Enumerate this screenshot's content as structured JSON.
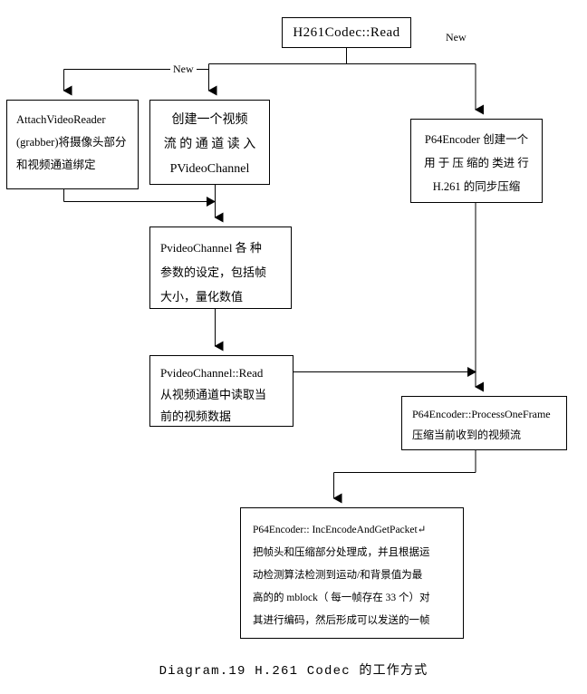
{
  "diagram": {
    "caption": "Diagram.19 H.261 Codec 的工作方式",
    "edge_labels": {
      "new_left": "New",
      "new_right": "New"
    },
    "nodes": {
      "root": {
        "id": "h261codec-read",
        "lines": [
          "H261Codec::Read"
        ]
      },
      "attach_video_reader": {
        "id": "attach-video-reader",
        "lines": [
          "AttachVideoReader",
          "(grabber)将摄像头部分",
          "和视频通道绑定"
        ]
      },
      "create_channel": {
        "id": "create-video-channel",
        "lines": [
          "创建一个视频",
          "流 的 通 道 读 入",
          "PVideoChannel"
        ]
      },
      "p64_encoder": {
        "id": "p64encoder-create",
        "lines": [
          "P64Encoder 创建一个",
          "用 于 压 缩的 类进 行",
          "H.261 的同步压缩"
        ]
      },
      "pvideochannel_params": {
        "id": "pvideochannel-params",
        "lines": [
          "PvideoChannel 各 种",
          "参数的设定，包括帧",
          "大小，量化数值"
        ]
      },
      "pvideochannel_read": {
        "id": "pvideochannel-read",
        "lines": [
          "PvideoChannel::Read",
          "从视频通道中读取当",
          "前的视频数据"
        ]
      },
      "process_one_frame": {
        "id": "p64encoder-processoneframe",
        "lines": [
          "P64Encoder::ProcessOneFrame",
          "压缩当前收到的视频流"
        ]
      },
      "inc_encode_and_get_packet": {
        "id": "p64encoder-incencodeandgetpacket",
        "lines": [
          "P64Encoder:: IncEncodeAndGetPacket↵",
          "把帧头和压缩部分处理成，并且根据运",
          "动检测算法检测到运动/和背景值为最",
          "高的的 mblock（ 每一帧存在 33 个）对",
          "其进行编码，然后形成可以发送的一帧"
        ]
      }
    },
    "colors": {
      "stroke": "#000000",
      "background": "#ffffff",
      "text": "#000000"
    }
  }
}
